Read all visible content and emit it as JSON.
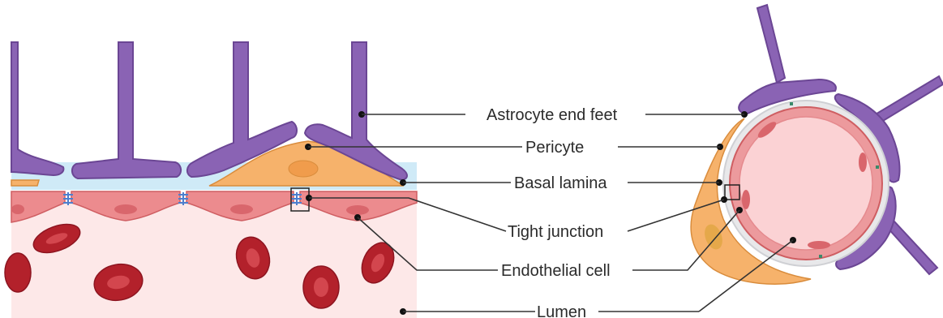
{
  "labels": {
    "astrocyte_end_feet": "Astrocyte end feet",
    "pericyte": "Pericyte",
    "basal_lamina": "Basal lamina",
    "tight_junction": "Tight junction",
    "endothelial_cell": "Endothelial cell",
    "lumen": "Lumen"
  },
  "colors": {
    "astrocyte": "#8a63b4",
    "pericyte": "#f6b26b",
    "basal_lamina": "#cfeaf7",
    "endothelial": "#ec8b8e",
    "lumen": "#fde8e8",
    "red_blood_cell": "#b3212b",
    "tight_junction": "#4d7fce"
  }
}
